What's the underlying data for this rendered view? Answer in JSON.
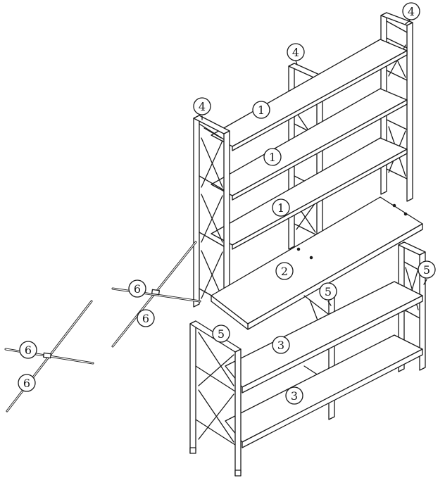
{
  "diagram": {
    "callouts": [
      {
        "id": "c4a",
        "label": "4"
      },
      {
        "id": "c4b",
        "label": "4"
      },
      {
        "id": "c4c",
        "label": "4"
      },
      {
        "id": "c1a",
        "label": "1"
      },
      {
        "id": "c1b",
        "label": "1"
      },
      {
        "id": "c1c",
        "label": "1"
      },
      {
        "id": "c2",
        "label": "2"
      },
      {
        "id": "c5a",
        "label": "5"
      },
      {
        "id": "c5b",
        "label": "5"
      },
      {
        "id": "c5c",
        "label": "5"
      },
      {
        "id": "c3a",
        "label": "3"
      },
      {
        "id": "c3b",
        "label": "3"
      },
      {
        "id": "c6a",
        "label": "6"
      },
      {
        "id": "c6b",
        "label": "6"
      },
      {
        "id": "c6c",
        "label": "6"
      },
      {
        "id": "c6d",
        "label": "6"
      }
    ],
    "line_color": "#1a1a1a",
    "fill_color": "#ffffff"
  }
}
